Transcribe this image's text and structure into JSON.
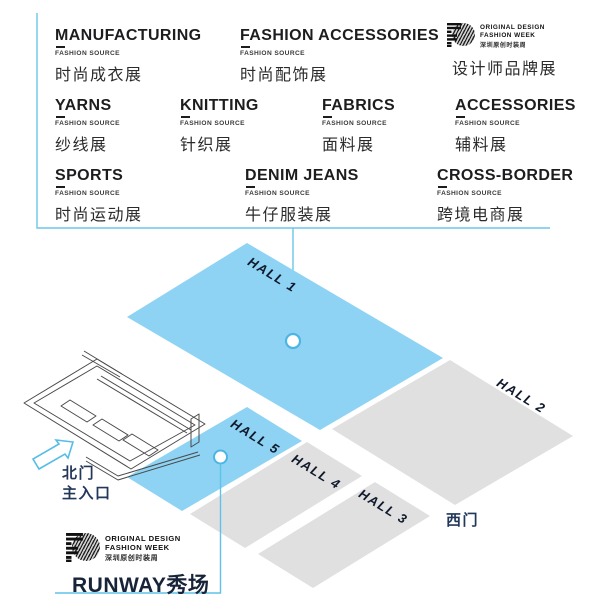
{
  "legend": {
    "source_tag": "FASHION SOURCE",
    "items": [
      {
        "title": "MANUFACTURING",
        "zh": "时尚成衣展"
      },
      {
        "title": "FASHION ACCESSORIES",
        "zh": "时尚配饰展"
      },
      {
        "title": "YARNS",
        "zh": "纱线展"
      },
      {
        "title": "KNITTING",
        "zh": "针织展"
      },
      {
        "title": "FABRICS",
        "zh": "面料展"
      },
      {
        "title": "ACCESSORIES",
        "zh": "辅料展"
      },
      {
        "title": "SPORTS",
        "zh": "时尚运动展"
      },
      {
        "title": "DENIM JEANS",
        "zh": "牛仔服装展"
      },
      {
        "title": "CROSS-BORDER",
        "zh": "跨境电商展"
      }
    ],
    "designer_brand": {
      "zh": "设计师品牌展"
    }
  },
  "odfw_logo": {
    "line1": "ORIGINAL DESIGN",
    "line2": "FASHION WEEK",
    "line3": "深圳原创时装周"
  },
  "map": {
    "halls": [
      {
        "label": "HALL 1",
        "highlighted": true
      },
      {
        "label": "HALL 2",
        "highlighted": false
      },
      {
        "label": "HALL 3",
        "highlighted": false
      },
      {
        "label": "HALL 4",
        "highlighted": false
      },
      {
        "label": "HALL 5",
        "highlighted": true
      }
    ],
    "north_gate": "北门",
    "main_entrance": "主入口",
    "west_gate": "西门",
    "runway": "RUNWAY秀场"
  },
  "colors": {
    "hall_highlight": "#8ed3f3",
    "hall_default": "#e0e0e0",
    "connector_blue": "#5fc2ea",
    "navy_text": "#22375a",
    "title_text": "#1d1d1f"
  }
}
